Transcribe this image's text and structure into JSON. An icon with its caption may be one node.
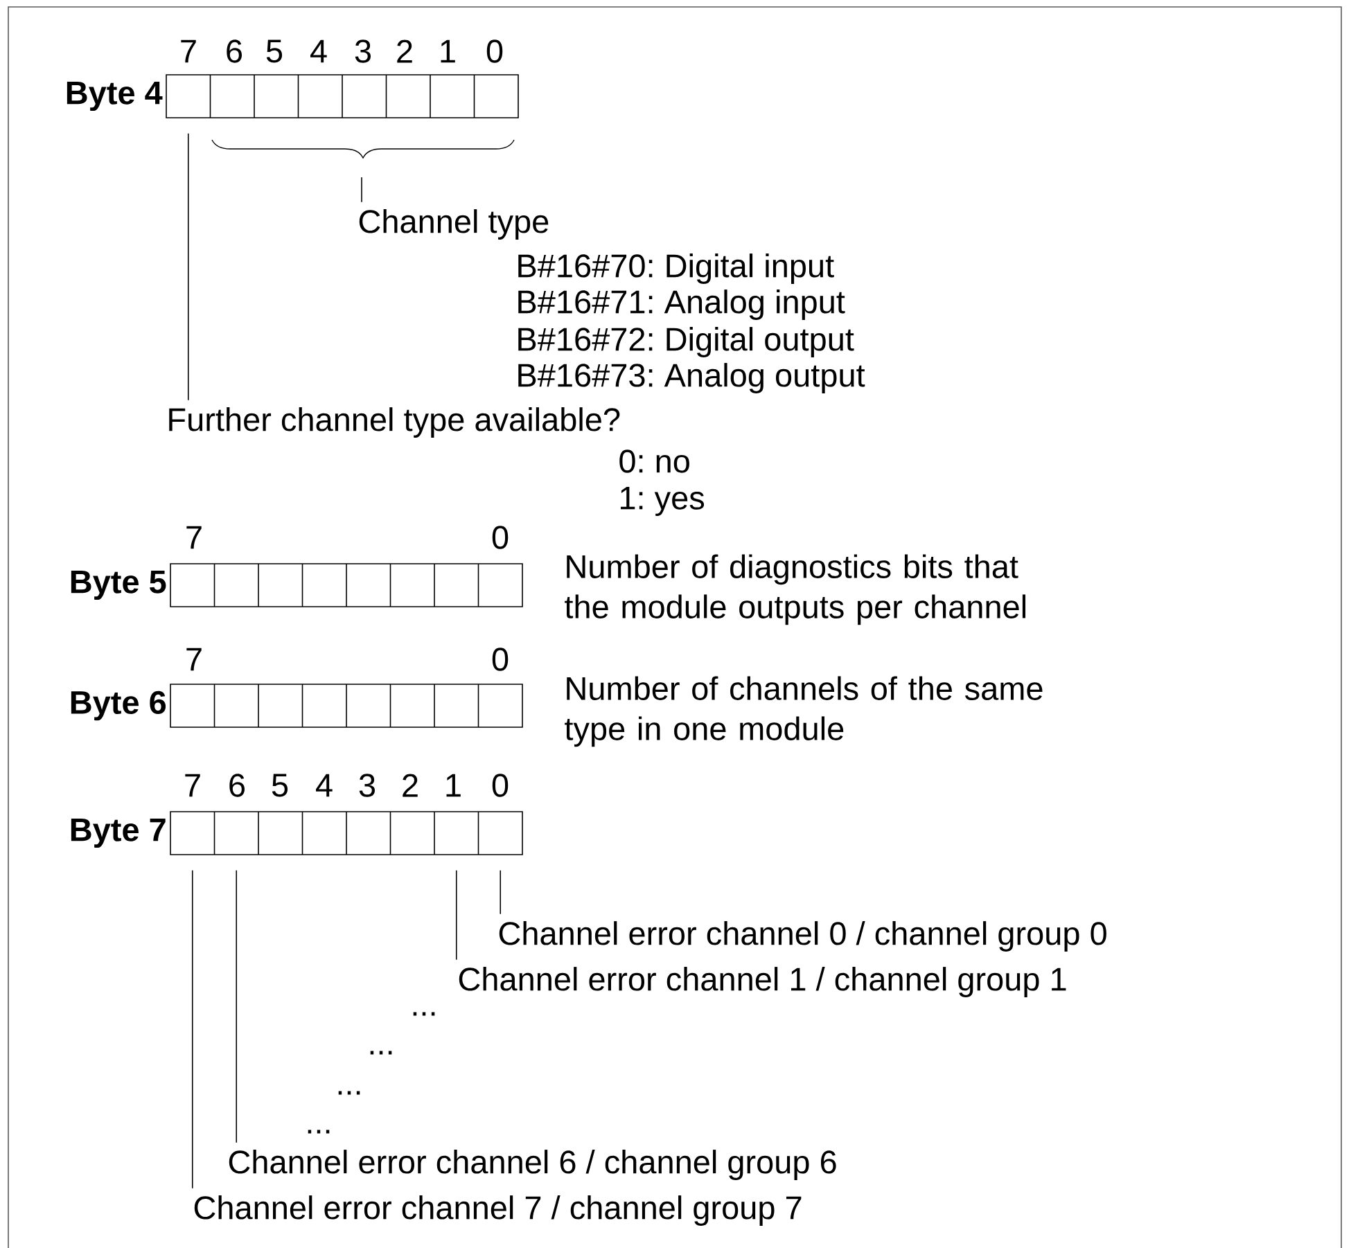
{
  "diagram": {
    "nodes": [
      {
        "text": [
          "Byte 4"
        ]
      },
      {
        "text": [
          "Channel type"
        ]
      },
      {
        "text": [
          "Further channel type available?"
        ]
      },
      {
        "text": [
          "Byte 5"
        ],
        "beside": [
          "Number of diagnostics bits that the module outputs per channel"
        ]
      },
      {
        "text": [
          "Byte 6"
        ],
        "beside": [
          "Number of channels of the same type in one module"
        ]
      },
      {
        "text": [
          "Byte 7"
        ]
      },
      {
        "text": [
          "Channel error channel 0 / channel group 0"
        ]
      },
      {
        "text": [
          "Channel error channel 1 / channel group 1"
        ]
      },
      {
        "text": [
          "Channel error channel 6 / channel group 6"
        ]
      },
      {
        "text": [
          "Channel error channel 7 / channel group 7"
        ]
      }
    ],
    "edges": [
      {
        "from": 1,
        "to": null,
        "arrow": "none"
      },
      {
        "from": 2,
        "to": 0,
        "arrow": "none"
      },
      {
        "from": 6,
        "to": 5,
        "arrow": "none"
      },
      {
        "from": 7,
        "to": 5,
        "arrow": "none"
      },
      {
        "from": 8,
        "to": 5,
        "arrow": "none"
      },
      {
        "from": 9,
        "to": 5,
        "arrow": "none"
      }
    ],
    "labels": [
      "7",
      "6",
      "5",
      "4",
      "3",
      "2",
      "1",
      "0",
      "B#16#70: Digital input",
      "B#16#71: Analog input",
      "B#16#72: Digital output",
      "B#16#73: Analog output",
      "0: no",
      "1: yes",
      "7",
      "0",
      "7",
      "0",
      "7",
      "6",
      "5",
      "4",
      "3",
      "2",
      "1",
      "0",
      "...",
      "...",
      "...",
      "..."
    ]
  }
}
